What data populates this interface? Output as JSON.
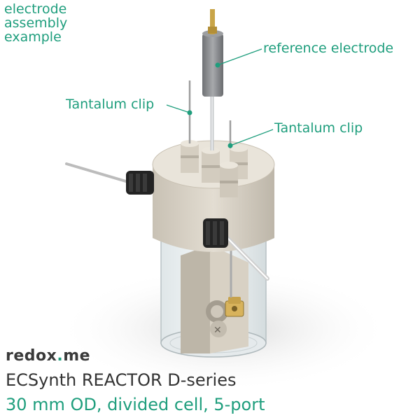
{
  "corner_title": {
    "line1": "electrode",
    "line2": "assembly",
    "line3": "example"
  },
  "labels": {
    "reference_electrode": "reference electrode",
    "tantalum_clip_left": "Tantalum clip",
    "tantalum_clip_right": "Tantalum clip"
  },
  "brand": {
    "prefix": "redox",
    "dot": ".",
    "suffix": "me"
  },
  "product_name": "ECSynth REACTOR D-series",
  "product_spec": "30 mm OD, divided cell, 5-port",
  "colors": {
    "accent": "#1f9e7d",
    "text_dark": "#333333",
    "cap": "#dcd5c9",
    "glass": "#eef2f3",
    "knob": "#222222"
  }
}
